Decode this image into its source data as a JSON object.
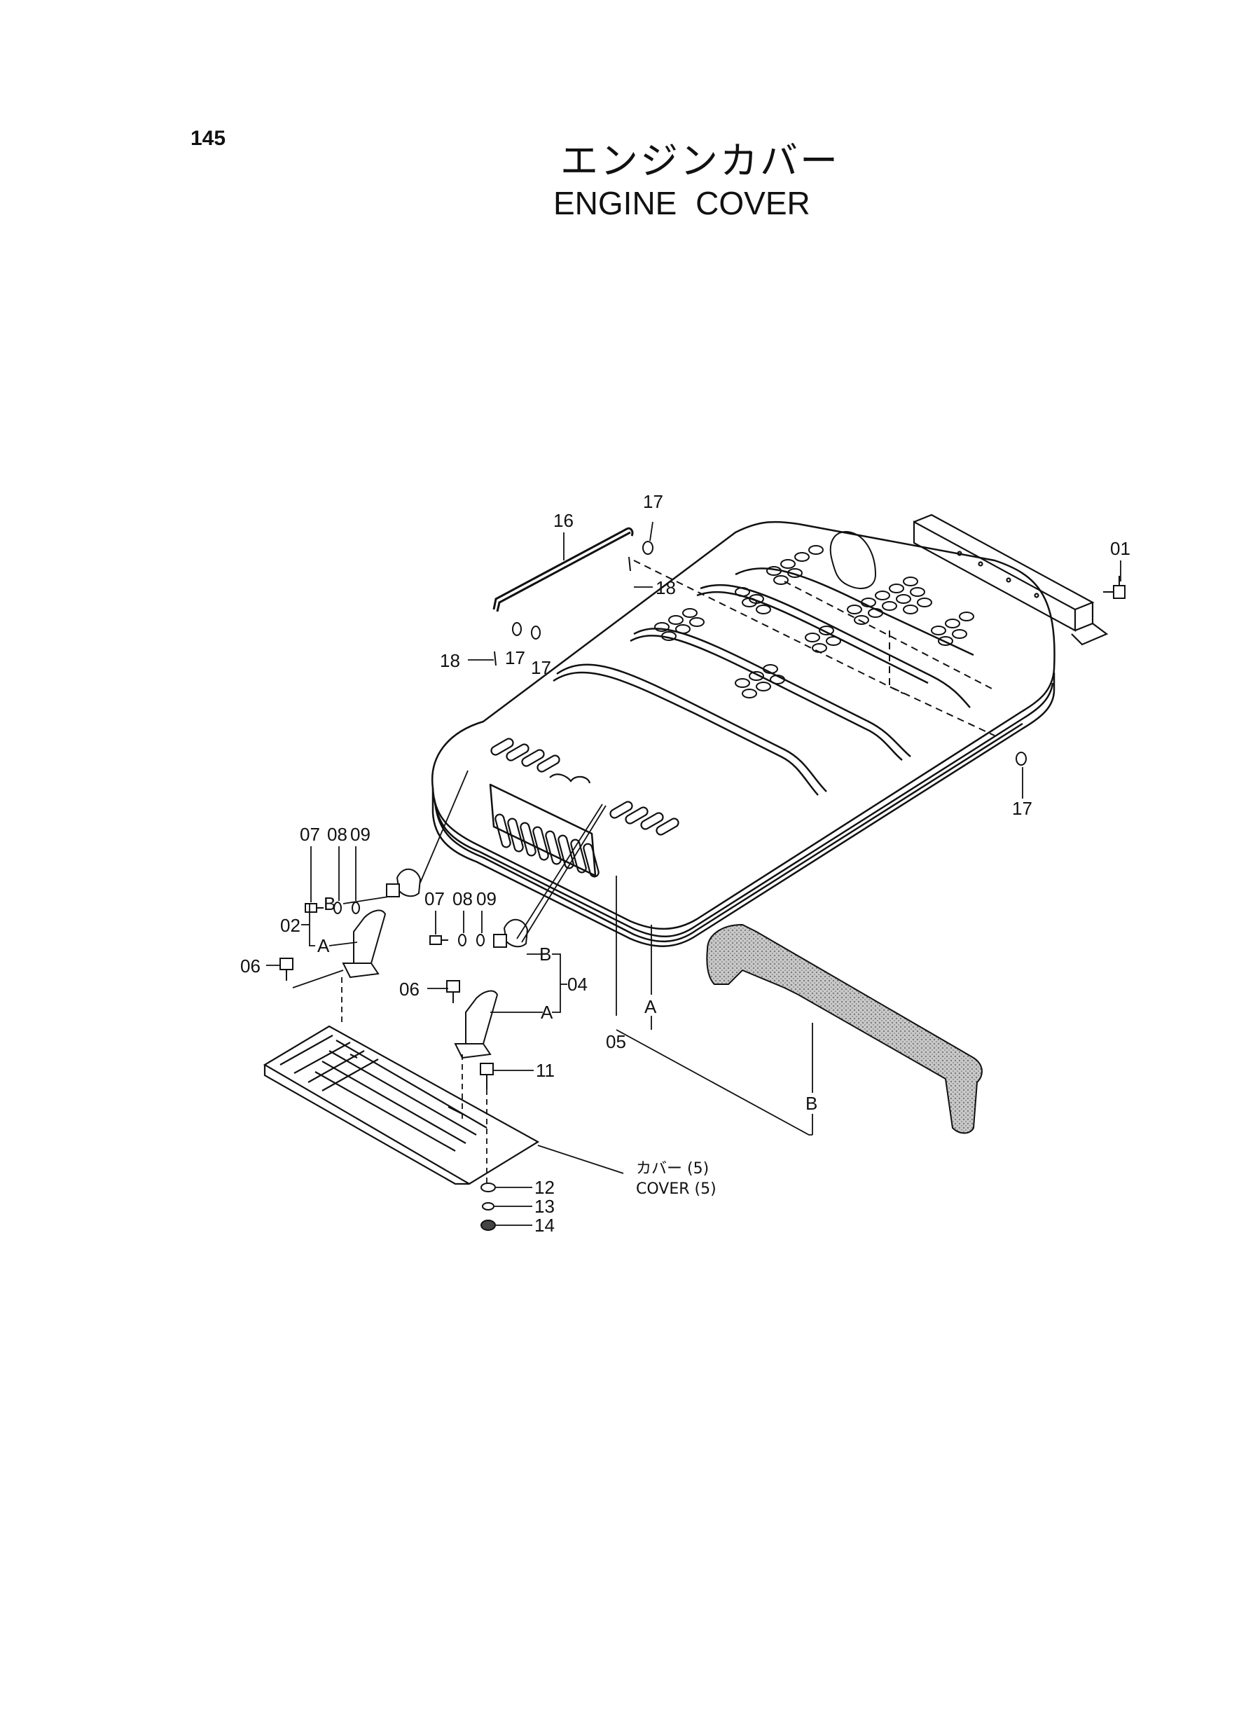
{
  "page": {
    "number": "145",
    "title_jp": "エンジンカバー",
    "title_en": "ENGINE  COVER"
  },
  "callouts": {
    "c01": "01",
    "c02": "02",
    "c04": "04",
    "c05": "05",
    "c06a": "06",
    "c06b": "06",
    "c07a": "07",
    "c08a": "08",
    "c09a": "09",
    "c07b": "07",
    "c08b": "08",
    "c09b": "09",
    "c11": "11",
    "c12": "12",
    "c13": "13",
    "c14": "14",
    "c16": "16",
    "c17a": "17",
    "c17b": "17",
    "c17c": "17",
    "c17d": "17",
    "c18a": "18",
    "c18b": "18",
    "ref_b1": "B",
    "ref_a1": "A",
    "ref_b2": "B",
    "ref_a2": "A",
    "ref_a3": "A",
    "ref_b3": "B",
    "cover_jp": "カバー (5)",
    "cover_en": "COVER  (5)"
  },
  "colors": {
    "ink": "#111111",
    "paper": "#ffffff",
    "seal_shade": "#9a9a9a"
  }
}
